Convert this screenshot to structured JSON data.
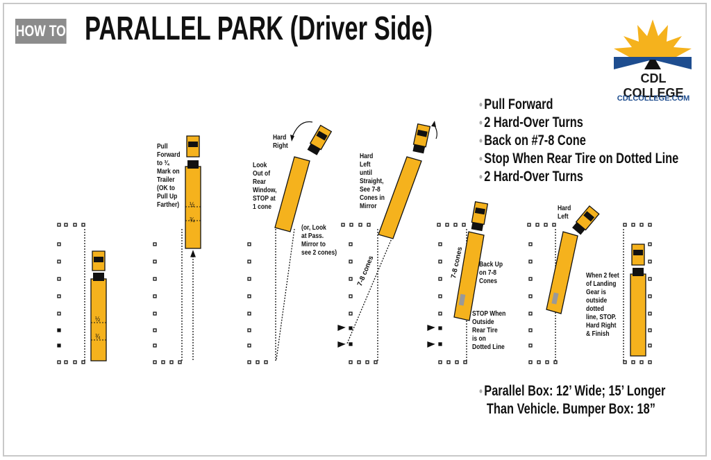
{
  "header": {
    "badge": "HOW TO",
    "title": "PARALLEL PARK (Driver Side)"
  },
  "logo": {
    "name": "CDL COLLEGE",
    "url": "CDLCOLLEGE.COM"
  },
  "colors": {
    "truck": "#f5b21d",
    "outline": "#111111",
    "badge": "#8c8c8c",
    "sun": "#f5b21d",
    "link": "#1e4d8f"
  },
  "steps": [
    "Pull Forward",
    "2 Hard-Over Turns",
    "Back on #7-8 Cone",
    "Stop When Rear Tire on Dotted Line",
    "2 Hard-Over Turns"
  ],
  "note_lines": [
    "Parallel Box: 12’ Wide; 15’ Longer",
    "Than Vehicle. Bumper Box: 18”"
  ],
  "labels": {
    "step2": "Pull\nForward\nto ¾\nMark on\nTrailer\n(OK to\nPull Up\nFarther)",
    "hard_right": "Hard\nRight",
    "look_rear": "Look\nOut of\nRear\nWindow,\nSTOP at\n1 cone",
    "or_look": "(or, Look\nat Pass.\nMirror to\nsee 2 cones)",
    "hard_left_until": "Hard\nLeft\nuntil\nStraight,\nSee 7-8\nCones in\nMirror",
    "cones_a": "7-8 cones",
    "cones_b": "7-8 cones",
    "back_up": "Back Up\non 7-8\nCones",
    "stop_when": "STOP When\nOutside\nRear Tire\nis on\nDotted Line",
    "hard_left": "Hard\nLeft",
    "landing_gear": "When 2 feet\nof Landing\nGear is\noutside\ndotted\nline, STOP.\nHard Right\n& Finish",
    "half": "½",
    "three_quarter": "¾"
  }
}
